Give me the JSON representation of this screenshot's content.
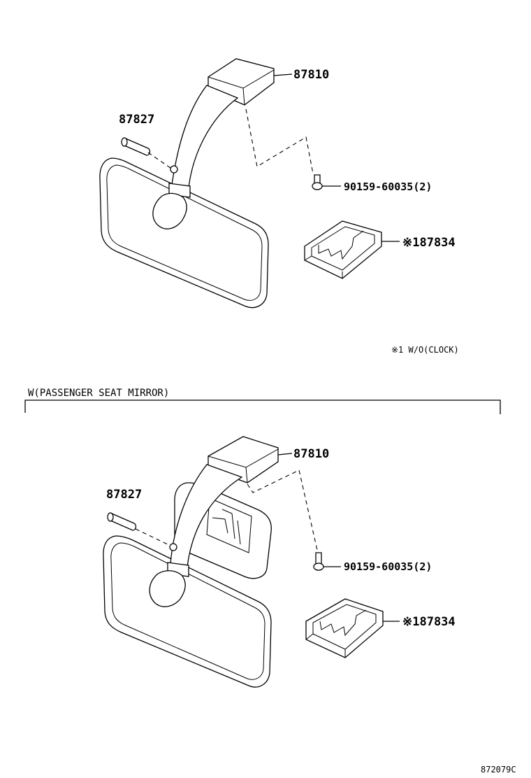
{
  "top": {
    "labels": {
      "arm": "87810",
      "pin": "87827",
      "screw": "90159-60035(2)",
      "cover": "※187834"
    },
    "footnote": "※1 W/O(CLOCK)"
  },
  "section": {
    "title": "W(PASSENGER SEAT MIRROR)",
    "labels": {
      "arm": "87810",
      "pin": "87827",
      "screw": "90159-60035(2)",
      "cover": "※187834"
    }
  },
  "figure_code": "872079C"
}
